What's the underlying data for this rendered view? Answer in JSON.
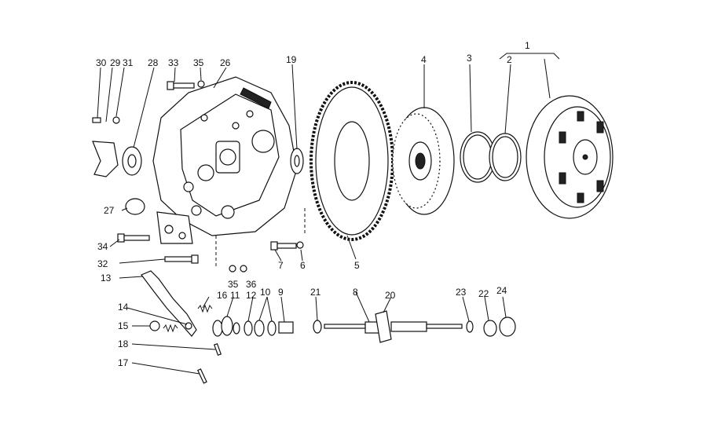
{
  "labels": [
    "1",
    "2",
    "3",
    "4",
    "5",
    "6",
    "7",
    "8",
    "9",
    "10",
    "11",
    "12",
    "13",
    "14",
    "15",
    "16",
    "17",
    "18",
    "19",
    "20",
    "21",
    "22",
    "23",
    "24",
    "26",
    "27",
    "28",
    "29",
    "30",
    "31",
    "32",
    "33",
    "34",
    "35",
    "36"
  ]
}
